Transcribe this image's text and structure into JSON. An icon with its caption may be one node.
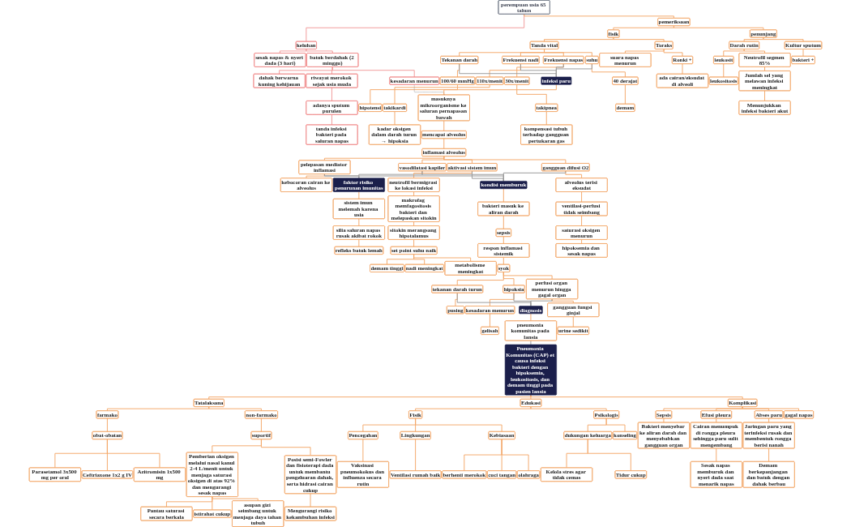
{
  "diagram": {
    "nodes": [
      {
        "text": [
          "perempuan usia 65 tahun"
        ]
      },
      {
        "text": [
          "keluhan"
        ]
      },
      {
        "text": [
          "sesak napas & nyeri dada (3 hari)"
        ]
      },
      {
        "text": [
          "batuk berdahak (2 minggu)"
        ]
      },
      {
        "text": [
          "dahak berwarna kuning kehijauan"
        ]
      },
      {
        "text": [
          "riwayat merokok sejak usia muda"
        ]
      },
      {
        "text": [
          "kesadaran menurun"
        ]
      },
      {
        "text": [
          "adanya sputum purulen"
        ]
      },
      {
        "text": [
          "tanda infeksi bakteri pada saluran napas"
        ]
      },
      {
        "text": [
          "pemeriksaan"
        ]
      },
      {
        "text": [
          "fisik"
        ]
      },
      {
        "text": [
          "Tanda vital"
        ]
      },
      {
        "text": [
          "Tekanan darah"
        ]
      },
      {
        "text": [
          "100/60 mmHg"
        ]
      },
      {
        "text": [
          "hipotensi"
        ]
      },
      {
        "text": [
          "Frekuensi nadi"
        ]
      },
      {
        "text": [
          "110x/menit"
        ]
      },
      {
        "text": [
          "takikardi"
        ]
      },
      {
        "text": [
          "kadar oksigen dalam darah turun → hipoksia"
        ]
      },
      {
        "text": [
          "Frekuensi napas"
        ]
      },
      {
        "text": [
          "30x/menit"
        ]
      },
      {
        "text": [
          "takipnea"
        ]
      },
      {
        "text": [
          "kompensasi tubuh terhadap gangguan pertukaran gas"
        ]
      },
      {
        "text": [
          "suhu"
        ]
      },
      {
        "text": [
          "40 derajat"
        ]
      },
      {
        "text": [
          "demam"
        ]
      },
      {
        "text": [
          "Toraks"
        ]
      },
      {
        "text": [
          "suara napas menurun"
        ]
      },
      {
        "text": [
          "Ronki +"
        ]
      },
      {
        "text": [
          "ada cairan/eksudat di alveoli"
        ]
      },
      {
        "text": [
          "penunjang"
        ]
      },
      {
        "text": [
          "Darah rutin"
        ]
      },
      {
        "text": [
          "leukosit"
        ]
      },
      {
        "text": [
          "leukositosis"
        ]
      },
      {
        "text": [
          "Neutrofil segmen 85%"
        ]
      },
      {
        "text": [
          "Jumlah sel yang melawan infeksi meningkat"
        ]
      },
      {
        "text": [
          "Menunjukkan infeksi bakteri akut"
        ]
      },
      {
        "text": [
          "Kultur sputum"
        ]
      },
      {
        "text": [
          "bakteri +"
        ]
      },
      {
        "text": [
          "infeksi paru"
        ]
      },
      {
        "text": [
          "masuknya mikroorganisme ke saluran pernapasan bawah"
        ]
      },
      {
        "text": [
          "mencapai alveolus"
        ]
      },
      {
        "text": [
          "inflamasi alveolus"
        ]
      },
      {
        "text": [
          "pelepasan mediator inflamasi"
        ]
      },
      {
        "text": [
          "vasodilatasi kapiler"
        ]
      },
      {
        "text": [
          "aktivasi sistem imun"
        ]
      },
      {
        "text": [
          "gangguan difusi O2"
        ]
      },
      {
        "text": [
          "kebocoran cairan ke alveolus"
        ]
      },
      {
        "text": [
          "faktor risiko penurunan imunitas"
        ]
      },
      {
        "text": [
          "sistem imun melemah karena usia"
        ]
      },
      {
        "text": [
          "silia saluran napas rusak akibat rokok"
        ]
      },
      {
        "text": [
          "refleks batuk lemah"
        ]
      },
      {
        "text": [
          "neutrofil bermigrasi ke lokasi infeksi"
        ]
      },
      {
        "text": [
          "makrofag memfagositosis bakteri dan melepaskan sitokin"
        ]
      },
      {
        "text": [
          "sitokin merangsang hipotalamus"
        ]
      },
      {
        "text": [
          "set point suhu naik"
        ]
      },
      {
        "text": [
          "demam tinggi"
        ]
      },
      {
        "text": [
          "nadi meningkat"
        ]
      },
      {
        "text": [
          "metabolisme meningkat"
        ]
      },
      {
        "text": [
          "alveolus terisi eksudat"
        ]
      },
      {
        "text": [
          "ventilasi-perfusi tidak seimbang"
        ]
      },
      {
        "text": [
          "saturasi oksigen menurun"
        ]
      },
      {
        "text": [
          "hipoksemia dan sesak napas"
        ]
      },
      {
        "text": [
          "kondisi memburuk"
        ]
      },
      {
        "text": [
          "bakteri masuk ke aliran darah"
        ]
      },
      {
        "text": [
          "sepsis"
        ]
      },
      {
        "text": [
          "respon inflamasi sistemik"
        ]
      },
      {
        "text": [
          "syok"
        ]
      },
      {
        "text": [
          "tekanan darah turun"
        ]
      },
      {
        "text": [
          "hipoksia"
        ]
      },
      {
        "text": [
          "perfusi organ menurun hingga gagal organ"
        ]
      },
      {
        "text": [
          "pusing"
        ]
      },
      {
        "text": [
          "kesadaran menurun"
        ]
      },
      {
        "text": [
          "gelisah"
        ]
      },
      {
        "text": [
          "gangguan fungsi ginjal"
        ]
      },
      {
        "text": [
          "urine sedikit"
        ]
      },
      {
        "text": [
          "diagnosis"
        ]
      },
      {
        "text": [
          "pneumonia komunitas pada lansia"
        ]
      },
      {
        "text": [
          "Pneumonia Komunitas (CAP) et causa infeksi bakteri dengan hipoksemia, leukositosis, dan demam tinggi pada pasien lansia"
        ]
      },
      {
        "text": [
          "Tatalaksana"
        ]
      },
      {
        "text": [
          "farmako"
        ]
      },
      {
        "text": [
          "obat-obatan"
        ]
      },
      {
        "text": [
          "Parasetamol 3x500 mg per oral"
        ]
      },
      {
        "text": [
          "Ceftriaxone 1x2 g IV"
        ]
      },
      {
        "text": [
          "Azitromisin 1x500 mg"
        ]
      },
      {
        "text": [
          "non-farmako"
        ]
      },
      {
        "text": [
          "suportif"
        ]
      },
      {
        "text": [
          "Pemberian oksigen melalui nasal kanul 2-4 L/menit untuk menjaga saturasi oksigen di atas 92% dan mengurangi sesak napas"
        ]
      },
      {
        "text": [
          "Posisi semi-Fowler dan fisioterapi dada untuk membantu pengeluaran dahak, serta hidrasi cairan cukup"
        ]
      },
      {
        "text": [
          "Pantau saturasi secara berkala"
        ]
      },
      {
        "text": [
          "istirahat cukup"
        ]
      },
      {
        "text": [
          "asupan gizi seimbang untuk menjaga daya tahan tubuh"
        ]
      },
      {
        "text": [
          "Mengurangi risiko kekambuhan infeksi"
        ]
      },
      {
        "text": [
          "Edukasi"
        ]
      },
      {
        "text": [
          "Fisik"
        ]
      },
      {
        "text": [
          "Pencegahan"
        ]
      },
      {
        "text": [
          "Vaksinasi pneumokokus dan influenza secara rutin"
        ]
      },
      {
        "text": [
          "Lingkungan"
        ]
      },
      {
        "text": [
          "Ventilasi rumah baik"
        ]
      },
      {
        "text": [
          "Kebiasaan"
        ]
      },
      {
        "text": [
          "berhenti merokok"
        ]
      },
      {
        "text": [
          "cuci tangan"
        ]
      },
      {
        "text": [
          "olahraga"
        ]
      },
      {
        "text": [
          "Psikologis"
        ]
      },
      {
        "text": [
          "dukungan keluarga"
        ]
      },
      {
        "text": [
          "Kelola stres agar tidak cemas"
        ]
      },
      {
        "text": [
          "Tidur cukup"
        ]
      },
      {
        "text": [
          "konseling"
        ]
      },
      {
        "text": [
          "Komplikasi"
        ]
      },
      {
        "text": [
          "Sepsis"
        ]
      },
      {
        "text": [
          "Bakteri menyebar ke aliran darah dan menyebabkan gangguan organ"
        ]
      },
      {
        "text": [
          "Efusi pleura"
        ]
      },
      {
        "text": [
          "Cairan menumpuk di rongga pleura sehingga paru sulit mengembang"
        ]
      },
      {
        "text": [
          "Sesak napas memburuk dan nyeri dada saat menarik napas"
        ]
      },
      {
        "text": [
          "Abses paru"
        ]
      },
      {
        "text": [
          "Jaringan paru yang terinfeksi rusak dan membentuk rongga berisi nanah"
        ]
      },
      {
        "text": [
          "Demam berkepanjangan dan batuk dengan dahak berbau"
        ]
      },
      {
        "text": [
          "gagal napas"
        ]
      }
    ],
    "edges": [
      {
        "from": 0,
        "to": 1,
        "arrow": "none",
        "color": "#f19a9a"
      },
      {
        "from": 1,
        "to": 2,
        "arrow": "none",
        "color": "#f19a9a"
      },
      {
        "from": 1,
        "to": 3,
        "arrow": "none",
        "color": "#f19a9a"
      },
      {
        "from": 3,
        "to": 4,
        "arrow": "none",
        "color": "#f19a9a"
      },
      {
        "from": 3,
        "to": 5,
        "arrow": "none",
        "color": "#f19a9a"
      },
      {
        "from": 3,
        "to": 6,
        "arrow": "none",
        "color": "#f19a9a"
      },
      {
        "from": 5,
        "to": 7,
        "arrow": "none",
        "color": "#f19a9a"
      },
      {
        "from": 7,
        "to": 8,
        "arrow": "none",
        "color": "#f19a9a"
      },
      {
        "from": 0,
        "to": 9,
        "arrow": "none"
      },
      {
        "from": 9,
        "to": 10,
        "arrow": "none"
      },
      {
        "from": 10,
        "to": 11,
        "arrow": "none"
      },
      {
        "from": 11,
        "to": 12,
        "arrow": "none"
      },
      {
        "from": 12,
        "to": 13,
        "arrow": "none"
      },
      {
        "from": 13,
        "to": 14,
        "arrow": "none"
      },
      {
        "from": 11,
        "to": 15,
        "arrow": "none"
      },
      {
        "from": 15,
        "to": 16,
        "arrow": "none"
      },
      {
        "from": 16,
        "to": 17,
        "arrow": "none"
      },
      {
        "from": 17,
        "to": 18,
        "arrow": "none"
      },
      {
        "from": 11,
        "to": 19,
        "arrow": "none"
      },
      {
        "from": 19,
        "to": 20,
        "arrow": "none"
      },
      {
        "from": 20,
        "to": 21,
        "arrow": "none"
      },
      {
        "from": 21,
        "to": 22,
        "arrow": "none"
      },
      {
        "from": 11,
        "to": 23,
        "arrow": "none"
      },
      {
        "from": 23,
        "to": 24,
        "arrow": "none"
      },
      {
        "from": 24,
        "to": 25,
        "arrow": "none"
      },
      {
        "from": 10,
        "to": 26,
        "arrow": "none"
      },
      {
        "from": 26,
        "to": 27,
        "arrow": "none"
      },
      {
        "from": 26,
        "to": 28,
        "arrow": "none"
      },
      {
        "from": 28,
        "to": 29,
        "arrow": "none"
      },
      {
        "from": 9,
        "to": 30,
        "arrow": "none"
      },
      {
        "from": 30,
        "to": 31,
        "arrow": "none"
      },
      {
        "from": 31,
        "to": 32,
        "arrow": "none"
      },
      {
        "from": 32,
        "to": 33,
        "arrow": "none"
      },
      {
        "from": 31,
        "to": 34,
        "arrow": "none"
      },
      {
        "from": 34,
        "to": 35,
        "arrow": "none"
      },
      {
        "from": 35,
        "to": 36,
        "arrow": "none"
      },
      {
        "from": 30,
        "to": 37,
        "arrow": "none"
      },
      {
        "from": 37,
        "to": 38,
        "arrow": "none"
      },
      {
        "from": 12,
        "to": 39,
        "arrow": "none",
        "color": "#999999"
      },
      {
        "from": 15,
        "to": 39,
        "arrow": "none",
        "color": "#999999"
      },
      {
        "from": 19,
        "to": 39,
        "arrow": "none",
        "color": "#999999"
      },
      {
        "from": 23,
        "to": 39,
        "arrow": "none",
        "color": "#999999"
      },
      {
        "from": 6,
        "to": 40,
        "arrow": "to",
        "style": "dashed",
        "color": "#999999"
      },
      {
        "from": 39,
        "to": 40,
        "arrow": "none"
      },
      {
        "from": 40,
        "to": 41,
        "arrow": "none"
      },
      {
        "from": 41,
        "to": 42,
        "arrow": "none"
      },
      {
        "from": 42,
        "to": 43,
        "arrow": "none"
      },
      {
        "from": 42,
        "to": 44,
        "arrow": "none"
      },
      {
        "from": 42,
        "to": 45,
        "arrow": "none"
      },
      {
        "from": 42,
        "to": 46,
        "arrow": "none"
      },
      {
        "from": 43,
        "to": 47,
        "arrow": "none"
      },
      {
        "from": 43,
        "to": 48,
        "arrow": "none",
        "color": "#999999"
      },
      {
        "from": 44,
        "to": 48,
        "arrow": "none",
        "color": "#999999"
      },
      {
        "from": 48,
        "to": 49,
        "arrow": "none"
      },
      {
        "from": 49,
        "to": 50,
        "arrow": "none"
      },
      {
        "from": 50,
        "to": 51,
        "arrow": "none"
      },
      {
        "from": 45,
        "to": 52,
        "arrow": "none"
      },
      {
        "from": 52,
        "to": 53,
        "arrow": "none"
      },
      {
        "from": 53,
        "to": 54,
        "arrow": "none"
      },
      {
        "from": 54,
        "to": 55,
        "arrow": "none"
      },
      {
        "from": 55,
        "to": 56,
        "arrow": "none"
      },
      {
        "from": 55,
        "to": 57,
        "arrow": "none"
      },
      {
        "from": 55,
        "to": 58,
        "arrow": "none"
      },
      {
        "from": 46,
        "to": 59,
        "arrow": "none"
      },
      {
        "from": 59,
        "to": 60,
        "arrow": "none"
      },
      {
        "from": 60,
        "to": 61,
        "arrow": "none"
      },
      {
        "from": 61,
        "to": 62,
        "arrow": "none"
      },
      {
        "from": 43,
        "to": 63,
        "arrow": "none",
        "color": "#999999"
      },
      {
        "from": 44,
        "to": 63,
        "arrow": "none",
        "color": "#999999"
      },
      {
        "from": 45,
        "to": 63,
        "arrow": "none",
        "color": "#999999"
      },
      {
        "from": 46,
        "to": 63,
        "arrow": "none",
        "color": "#999999"
      },
      {
        "from": 63,
        "to": 64,
        "arrow": "none"
      },
      {
        "from": 64,
        "to": 65,
        "arrow": "none"
      },
      {
        "from": 65,
        "to": 66,
        "arrow": "none"
      },
      {
        "from": 66,
        "to": 67,
        "arrow": "none"
      },
      {
        "from": 67,
        "to": 68,
        "arrow": "none"
      },
      {
        "from": 67,
        "to": 69,
        "arrow": "none"
      },
      {
        "from": 67,
        "to": 70,
        "arrow": "none"
      },
      {
        "from": 68,
        "to": 71,
        "arrow": "none"
      },
      {
        "from": 69,
        "to": 72,
        "arrow": "none"
      },
      {
        "from": 72,
        "to": 73,
        "arrow": "none"
      },
      {
        "from": 70,
        "to": 74,
        "arrow": "none"
      },
      {
        "from": 74,
        "to": 75,
        "arrow": "none"
      },
      {
        "from": 68,
        "to": 76,
        "arrow": "none",
        "color": "#999999"
      },
      {
        "from": 69,
        "to": 76,
        "arrow": "none",
        "color": "#999999"
      },
      {
        "from": 70,
        "to": 76,
        "arrow": "none",
        "color": "#999999"
      },
      {
        "from": 76,
        "to": 77,
        "arrow": "none"
      },
      {
        "from": 77,
        "to": 78,
        "arrow": "none",
        "color": "#999999"
      },
      {
        "from": 78,
        "to": 79,
        "arrow": "none"
      },
      {
        "from": 79,
        "to": 80,
        "arrow": "none"
      },
      {
        "from": 80,
        "to": 81,
        "arrow": "none"
      },
      {
        "from": 81,
        "to": 82,
        "arrow": "none"
      },
      {
        "from": 81,
        "to": 83,
        "arrow": "none"
      },
      {
        "from": 81,
        "to": 84,
        "arrow": "none"
      },
      {
        "from": 79,
        "to": 85,
        "arrow": "none"
      },
      {
        "from": 85,
        "to": 86,
        "arrow": "none"
      },
      {
        "from": 86,
        "to": 87,
        "arrow": "none"
      },
      {
        "from": 86,
        "to": 88,
        "arrow": "none"
      },
      {
        "from": 87,
        "to": 89,
        "arrow": "none"
      },
      {
        "from": 87,
        "to": 90,
        "arrow": "none"
      },
      {
        "from": 87,
        "to": 91,
        "arrow": "none"
      },
      {
        "from": 88,
        "to": 92,
        "arrow": "none"
      },
      {
        "from": 78,
        "to": 93,
        "arrow": "none"
      },
      {
        "from": 93,
        "to": 94,
        "arrow": "none"
      },
      {
        "from": 94,
        "to": 95,
        "arrow": "none"
      },
      {
        "from": 95,
        "to": 96,
        "arrow": "none"
      },
      {
        "from": 94,
        "to": 97,
        "arrow": "none"
      },
      {
        "from": 97,
        "to": 98,
        "arrow": "none"
      },
      {
        "from": 94,
        "to": 99,
        "arrow": "none"
      },
      {
        "from": 99,
        "to": 100,
        "arrow": "none"
      },
      {
        "from": 99,
        "to": 101,
        "arrow": "none"
      },
      {
        "from": 99,
        "to": 102,
        "arrow": "none"
      },
      {
        "from": 93,
        "to": 103,
        "arrow": "none"
      },
      {
        "from": 103,
        "to": 104,
        "arrow": "none"
      },
      {
        "from": 104,
        "to": 105,
        "arrow": "none"
      },
      {
        "from": 104,
        "to": 106,
        "arrow": "none"
      },
      {
        "from": 103,
        "to": 107,
        "arrow": "none"
      },
      {
        "from": 78,
        "to": 108,
        "arrow": "none"
      },
      {
        "from": 108,
        "to": 109,
        "arrow": "none"
      },
      {
        "from": 109,
        "to": 110,
        "arrow": "none"
      },
      {
        "from": 108,
        "to": 111,
        "arrow": "none"
      },
      {
        "from": 111,
        "to": 112,
        "arrow": "none"
      },
      {
        "from": 112,
        "to": 113,
        "arrow": "none"
      },
      {
        "from": 108,
        "to": 114,
        "arrow": "none"
      },
      {
        "from": 114,
        "to": 115,
        "arrow": "none"
      },
      {
        "from": 115,
        "to": 116,
        "arrow": "none"
      },
      {
        "from": 108,
        "to": 117,
        "arrow": "none"
      }
    ]
  }
}
